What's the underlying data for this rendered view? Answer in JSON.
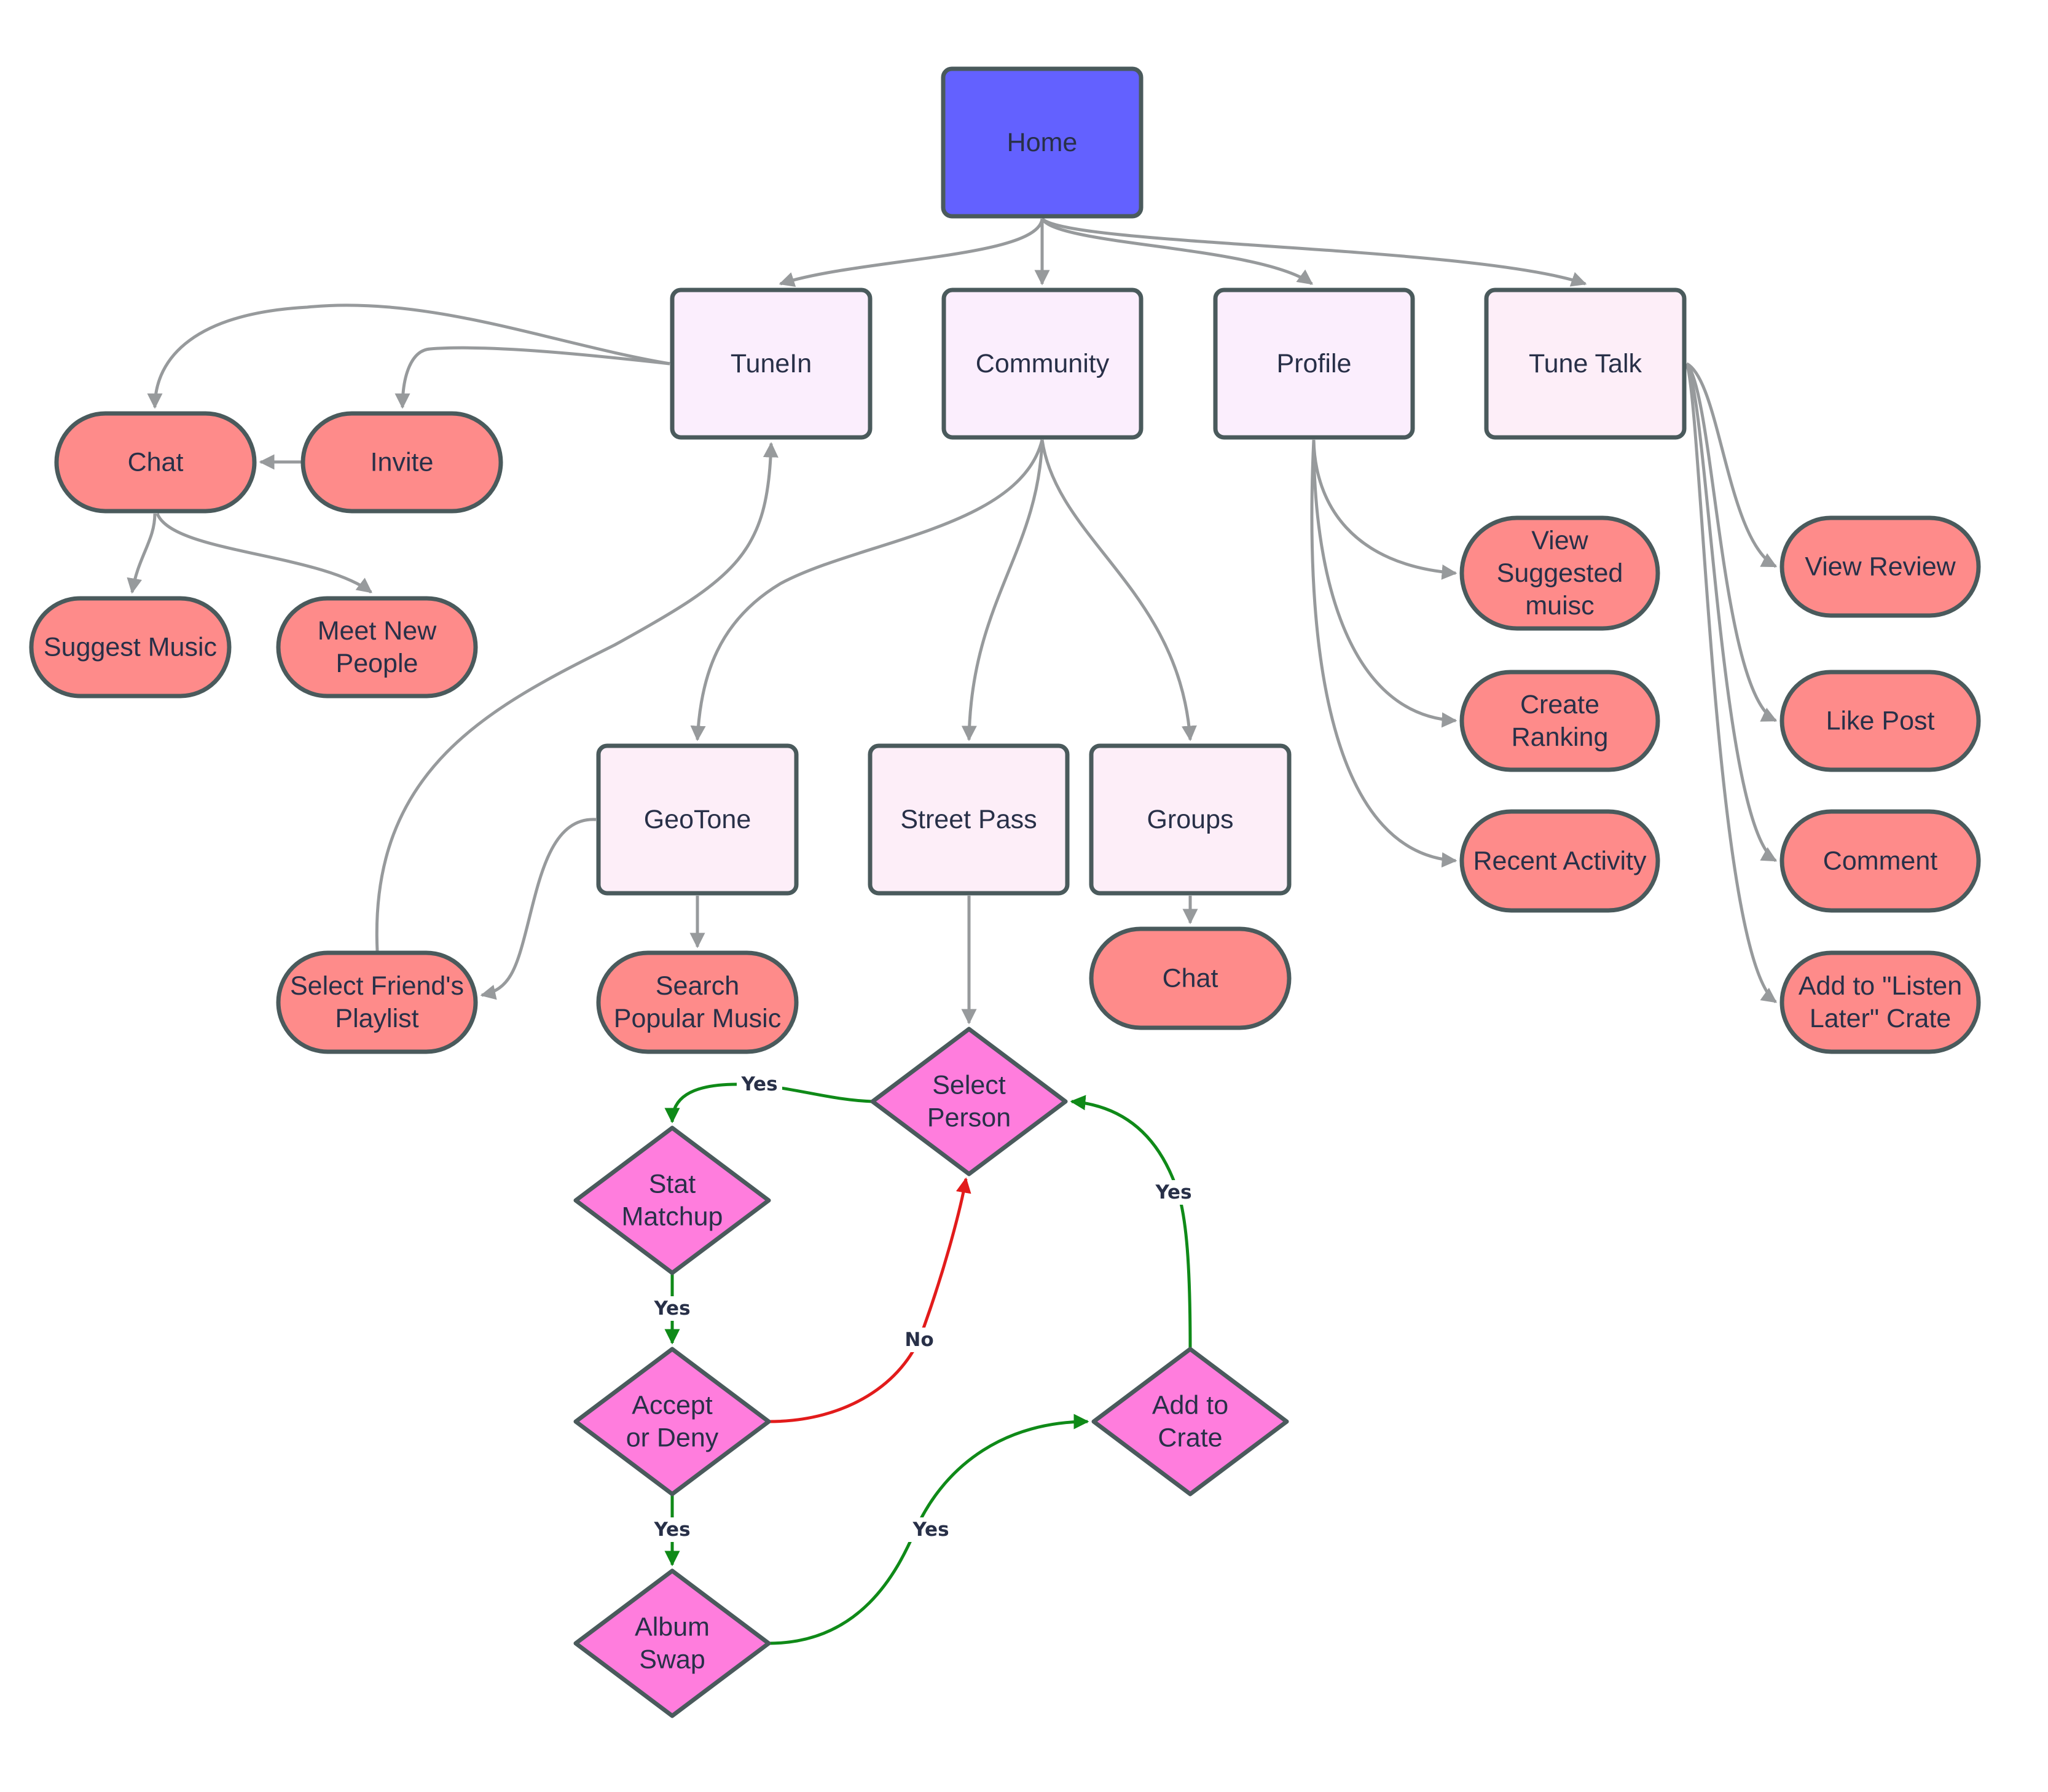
{
  "diagram": {
    "colors": {
      "root_fill": "#6361ff",
      "section_fill": "#fbeefd",
      "section_fill_alt": "#fdeef8",
      "action_fill": "#fe8b8a",
      "decision_fill": "#ff7ddd",
      "outline": "#4a5a5c",
      "edge_gray": "#979a9c",
      "edge_yes": "#0f8a18",
      "edge_no": "#e21b1b",
      "text": "#283048"
    },
    "nodes": {
      "home": {
        "lines": [
          "Home"
        ]
      },
      "tunein": {
        "lines": [
          "TuneIn"
        ]
      },
      "community": {
        "lines": [
          "Community"
        ]
      },
      "profile": {
        "lines": [
          "Profile"
        ]
      },
      "tune_talk": {
        "lines": [
          "Tune Talk"
        ]
      },
      "chat": {
        "lines": [
          "Chat"
        ]
      },
      "invite": {
        "lines": [
          "Invite"
        ]
      },
      "suggest_music": {
        "lines": [
          "Suggest Music"
        ]
      },
      "meet_new_people": {
        "lines": [
          "Meet New",
          "People"
        ]
      },
      "geotone": {
        "lines": [
          "GeoTone"
        ]
      },
      "street_pass": {
        "lines": [
          "Street Pass"
        ]
      },
      "groups": {
        "lines": [
          "Groups"
        ]
      },
      "select_friends_playlist": {
        "lines": [
          "Select Friend's",
          "Playlist"
        ]
      },
      "search_popular_music": {
        "lines": [
          "Search",
          "Popular Music"
        ]
      },
      "groups_chat": {
        "lines": [
          "Chat"
        ]
      },
      "view_suggested_music": {
        "lines": [
          "View",
          "Suggested",
          "muisc"
        ]
      },
      "create_ranking": {
        "lines": [
          "Create",
          "Ranking"
        ]
      },
      "recent_activity": {
        "lines": [
          "Recent Activity"
        ]
      },
      "view_review": {
        "lines": [
          "View Review"
        ]
      },
      "like_post": {
        "lines": [
          "Like Post"
        ]
      },
      "comment": {
        "lines": [
          "Comment"
        ]
      },
      "add_listen_later": {
        "lines": [
          "Add to \"Listen",
          "Later\" Crate"
        ]
      },
      "select_person": {
        "lines": [
          "Select",
          "Person"
        ]
      },
      "stat_matchup": {
        "lines": [
          "Stat",
          "Matchup"
        ]
      },
      "accept_or_deny": {
        "lines": [
          "Accept",
          "or Deny"
        ]
      },
      "album_swap": {
        "lines": [
          "Album",
          "Swap"
        ]
      },
      "add_to_crate": {
        "lines": [
          "Add to",
          "Crate"
        ]
      }
    },
    "edges": [
      {
        "from": "home",
        "to": "tunein",
        "label": "",
        "kind": "gray"
      },
      {
        "from": "home",
        "to": "community",
        "label": "",
        "kind": "gray"
      },
      {
        "from": "home",
        "to": "profile",
        "label": "",
        "kind": "gray"
      },
      {
        "from": "home",
        "to": "tune_talk",
        "label": "",
        "kind": "gray"
      },
      {
        "from": "tunein",
        "to": "chat",
        "label": "",
        "kind": "gray"
      },
      {
        "from": "tunein",
        "to": "invite",
        "label": "",
        "kind": "gray"
      },
      {
        "from": "invite",
        "to": "chat",
        "label": "",
        "kind": "gray"
      },
      {
        "from": "chat",
        "to": "suggest_music",
        "label": "",
        "kind": "gray"
      },
      {
        "from": "chat",
        "to": "meet_new_people",
        "label": "",
        "kind": "gray"
      },
      {
        "from": "community",
        "to": "geotone",
        "label": "",
        "kind": "gray"
      },
      {
        "from": "community",
        "to": "street_pass",
        "label": "",
        "kind": "gray"
      },
      {
        "from": "community",
        "to": "groups",
        "label": "",
        "kind": "gray"
      },
      {
        "from": "geotone",
        "to": "select_friends_playlist",
        "label": "",
        "kind": "gray"
      },
      {
        "from": "geotone",
        "to": "search_popular_music",
        "label": "",
        "kind": "gray"
      },
      {
        "from": "select_friends_playlist",
        "to": "tunein",
        "label": "",
        "kind": "gray"
      },
      {
        "from": "groups",
        "to": "groups_chat",
        "label": "",
        "kind": "gray"
      },
      {
        "from": "street_pass",
        "to": "select_person",
        "label": "",
        "kind": "gray"
      },
      {
        "from": "profile",
        "to": "view_suggested_music",
        "label": "",
        "kind": "gray"
      },
      {
        "from": "profile",
        "to": "create_ranking",
        "label": "",
        "kind": "gray"
      },
      {
        "from": "profile",
        "to": "recent_activity",
        "label": "",
        "kind": "gray"
      },
      {
        "from": "tune_talk",
        "to": "view_review",
        "label": "",
        "kind": "gray"
      },
      {
        "from": "tune_talk",
        "to": "like_post",
        "label": "",
        "kind": "gray"
      },
      {
        "from": "tune_talk",
        "to": "comment",
        "label": "",
        "kind": "gray"
      },
      {
        "from": "tune_talk",
        "to": "add_listen_later",
        "label": "",
        "kind": "gray"
      },
      {
        "from": "select_person",
        "to": "stat_matchup",
        "label": "Yes",
        "kind": "green"
      },
      {
        "from": "stat_matchup",
        "to": "accept_or_deny",
        "label": "Yes",
        "kind": "green"
      },
      {
        "from": "accept_or_deny",
        "to": "select_person",
        "label": "No",
        "kind": "red"
      },
      {
        "from": "accept_or_deny",
        "to": "album_swap",
        "label": "Yes",
        "kind": "green"
      },
      {
        "from": "album_swap",
        "to": "add_to_crate",
        "label": "Yes",
        "kind": "green"
      },
      {
        "from": "add_to_crate",
        "to": "select_person",
        "label": "Yes",
        "kind": "green"
      }
    ]
  }
}
